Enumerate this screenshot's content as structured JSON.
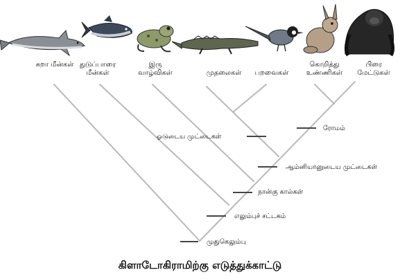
{
  "diagram": {
    "caption": "கிளாடோகிராமிற்கு எடுத்துக்காட்டு",
    "taxa": [
      {
        "id": "shark",
        "line1": "சுறா மீன்கள்",
        "line2": "",
        "icon": "shark-icon"
      },
      {
        "id": "tuna",
        "line1": "துடுப்பாரை",
        "line2": "மீன்கள்",
        "icon": "tuna-fish-icon"
      },
      {
        "id": "frog",
        "line1": "இரு",
        "line2": "வாழ்விகள்",
        "icon": "frog-icon"
      },
      {
        "id": "crocodile",
        "line1": "முதலைகள்",
        "line2": "",
        "icon": "crocodile-icon"
      },
      {
        "id": "bird",
        "line1": "பறவைகள்",
        "line2": "",
        "icon": "bird-icon"
      },
      {
        "id": "rabbit",
        "line1": "கொறித்து",
        "line2": "உண்ணிகள்",
        "icon": "rabbit-icon"
      },
      {
        "id": "gorilla",
        "line1": "பிரை",
        "line2": "மேட்டுகள்",
        "icon": "gorilla-icon"
      }
    ],
    "traits": [
      {
        "id": "vertebral-column",
        "label": "முதுகெலும்பு"
      },
      {
        "id": "bony-skeleton",
        "label": "எலும்புச் சட்டகம்"
      },
      {
        "id": "four-limbs",
        "label": "நான்கு கால்கள்"
      },
      {
        "id": "amniotic-egg",
        "label": "ஆம்னியானுடைய முட்டைகள்"
      },
      {
        "id": "shelled-egg",
        "label": "ஓடுடைய முட்டைகள்"
      },
      {
        "id": "hair",
        "label": "ரோமம்"
      }
    ]
  }
}
